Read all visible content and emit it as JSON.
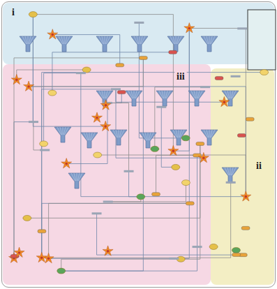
{
  "diagram": {
    "nodes": [
      {
        "text": [
          "i"
        ]
      },
      {
        "text": [
          "iii"
        ]
      },
      {
        "text": [
          "ii"
        ]
      }
    ]
  }
}
